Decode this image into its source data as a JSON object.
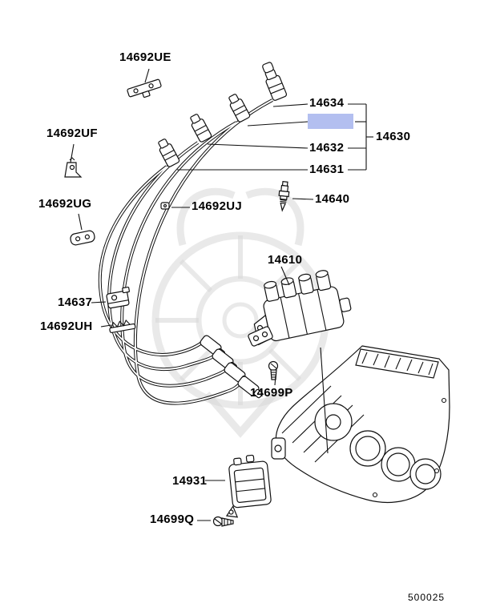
{
  "labels": {
    "p14692UE": "14692UE",
    "p14692UF": "14692UF",
    "p14692UG": "14692UG",
    "p14692UJ": "14692UJ",
    "p14634": "14634",
    "p14630": "14630",
    "p14632": "14632",
    "p14631": "14631",
    "p14640": "14640",
    "p14610": "14610",
    "p14637": "14637",
    "p14692UH": "14692UH",
    "p14699P": "14699P",
    "p14931": "14931",
    "p14699Q": "14699Q"
  },
  "highlight": {
    "color": "#b3bff0",
    "style": "background:#b3bff0"
  },
  "footer": {
    "drawing_number": "500025"
  }
}
